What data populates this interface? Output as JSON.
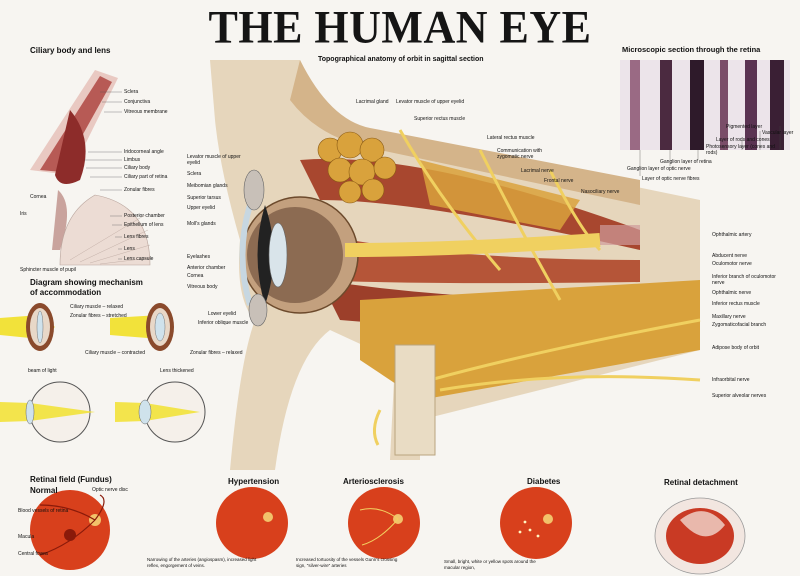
{
  "title": "THE HUMAN EYE",
  "sagittal_title": "Topographical anatomy of orbit in sagittal section",
  "ciliary": {
    "title": "Ciliary body and lens",
    "labels": [
      "Sclera",
      "Conjunctiva",
      "Vitreous membrane",
      "Iridocorneal angle",
      "Limbus",
      "Ciliary body",
      "Ciliary part of retina",
      "Cornea",
      "Iris",
      "Zonular fibres",
      "Posterior chamber",
      "Epithelium of lens",
      "Lens fibres",
      "Lens",
      "Lens capsule",
      "Sphincter muscle of pupil"
    ]
  },
  "accommodation": {
    "title_line1": "Diagram showing mechanism",
    "title_line2": "of accommodation",
    "labels": [
      "Ciliary muscle – relaxed",
      "Zonular fibres – stretched",
      "Ciliary muscle – contracted",
      "Zonular fibres – relaxed",
      "beam of light",
      "Lens thickened"
    ]
  },
  "retina_section": {
    "title": "Microscopic section  through the retina",
    "labels": [
      "Pigmented layer",
      "Vascular layer",
      "Layer of rods and cones",
      "Photosensory layer (cones and rods)",
      "Ganglion layer of retina",
      "Ganglion layer of optic nerve",
      "Layer of optic nerve fibres"
    ]
  },
  "orbit_left_labels": [
    "Levator muscle of upper eyelid",
    "Sclera",
    "Meibomian glands",
    "Superior tarsus",
    "Upper eyelid",
    "Moll's glands",
    "Eyelashes",
    "Anterior chamber",
    "Cornea",
    "Vitreous body",
    "Lower eyelid",
    "Inferior oblique muscle"
  ],
  "orbit_top_labels": [
    "Lacrimal gland",
    "Levator muscle of upper eyelid",
    "Superior rectus muscle",
    "Lateral rectus muscle",
    "Communication with zygomatic nerve",
    "Lacrimal nerve",
    "Frontal nerve",
    "Nasociliary nerve"
  ],
  "orbit_right_labels": [
    "Ophthalmic artery",
    "Abducent nerve",
    "Oculomotor nerve",
    "Inferior branch of oculomotor nerve",
    "Ophthalmic nerve",
    "Inferior rectus muscle",
    "Maxillary nerve",
    "Zygomaticofacial branch",
    "Adipose body of orbit",
    "Infraorbital nerve",
    "Superior alveolar nerves"
  ],
  "fundus": [
    {
      "title": "Retinal field (Fundus)",
      "subtitle": "Normal",
      "labels": [
        "Optic nerve disc",
        "Blood vessels of retina",
        "Macula",
        "Central fovea"
      ]
    },
    {
      "title": "Hypertension",
      "caption": "Narrowing of the arteries (angiospasm), increased light reflex, engorgement of veins."
    },
    {
      "title": "Arteriosclerosis",
      "caption": "Increased tortuosity of the vessels Gunn's crossing sign, \"silver-wire\" arteries"
    },
    {
      "title": "Diabetes",
      "caption": "Small, bright, white or yellow spots around the macular region,"
    },
    {
      "title": "Retinal detachment"
    }
  ],
  "colors": {
    "muscle": "#a8472f",
    "fat": "#d9a23c",
    "nerve": "#f0d060",
    "bone": "#d8c3a0",
    "fundus": "#d8401c",
    "beam": "#f2e23a"
  }
}
